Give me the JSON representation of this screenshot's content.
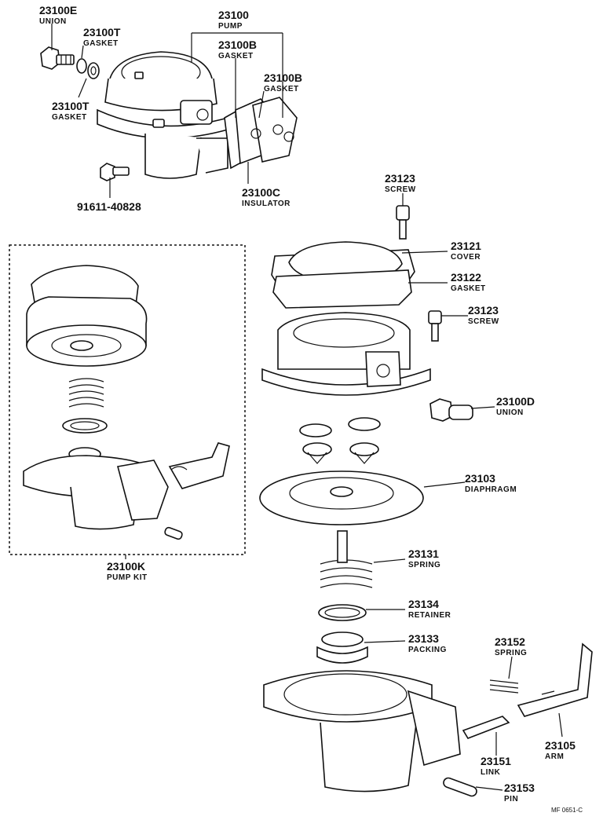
{
  "labels": {
    "l23100e": {
      "number": "23100E",
      "name": "UNION"
    },
    "l23100t1": {
      "number": "23100T",
      "name": "GASKET"
    },
    "l23100": {
      "number": "23100",
      "name": "PUMP"
    },
    "l23100b1": {
      "number": "23100B",
      "name": "GASKET"
    },
    "l23100b2": {
      "number": "23100B",
      "name": "GASKET"
    },
    "l23100t2": {
      "number": "23100T",
      "name": "GASKET"
    },
    "l23100c": {
      "number": "23100C",
      "name": "INSULATOR"
    },
    "l91611": {
      "number": "91611-40828"
    },
    "l23123a": {
      "number": "23123",
      "name": "SCREW"
    },
    "l23121": {
      "number": "23121",
      "name": "COVER"
    },
    "l23122": {
      "number": "23122",
      "name": "GASKET"
    },
    "l23123b": {
      "number": "23123",
      "name": "SCREW"
    },
    "l23100d": {
      "number": "23100D",
      "name": "UNION"
    },
    "l23103": {
      "number": "23103",
      "name": "DIAPHRAGM"
    },
    "l23100k": {
      "number": "23100K",
      "name": "PUMP KIT"
    },
    "l23131": {
      "number": "23131",
      "name": "SPRING"
    },
    "l23134": {
      "number": "23134",
      "name": "RETAINER"
    },
    "l23133": {
      "number": "23133",
      "name": "PACKING"
    },
    "l23152": {
      "number": "23152",
      "name": "SPRING"
    },
    "l23105": {
      "number": "23105",
      "name": "ARM"
    },
    "l23151": {
      "number": "23151",
      "name": "LINK"
    },
    "l23153": {
      "number": "23153",
      "name": "PIN"
    }
  },
  "footer": {
    "code": "MF  0651-C"
  }
}
